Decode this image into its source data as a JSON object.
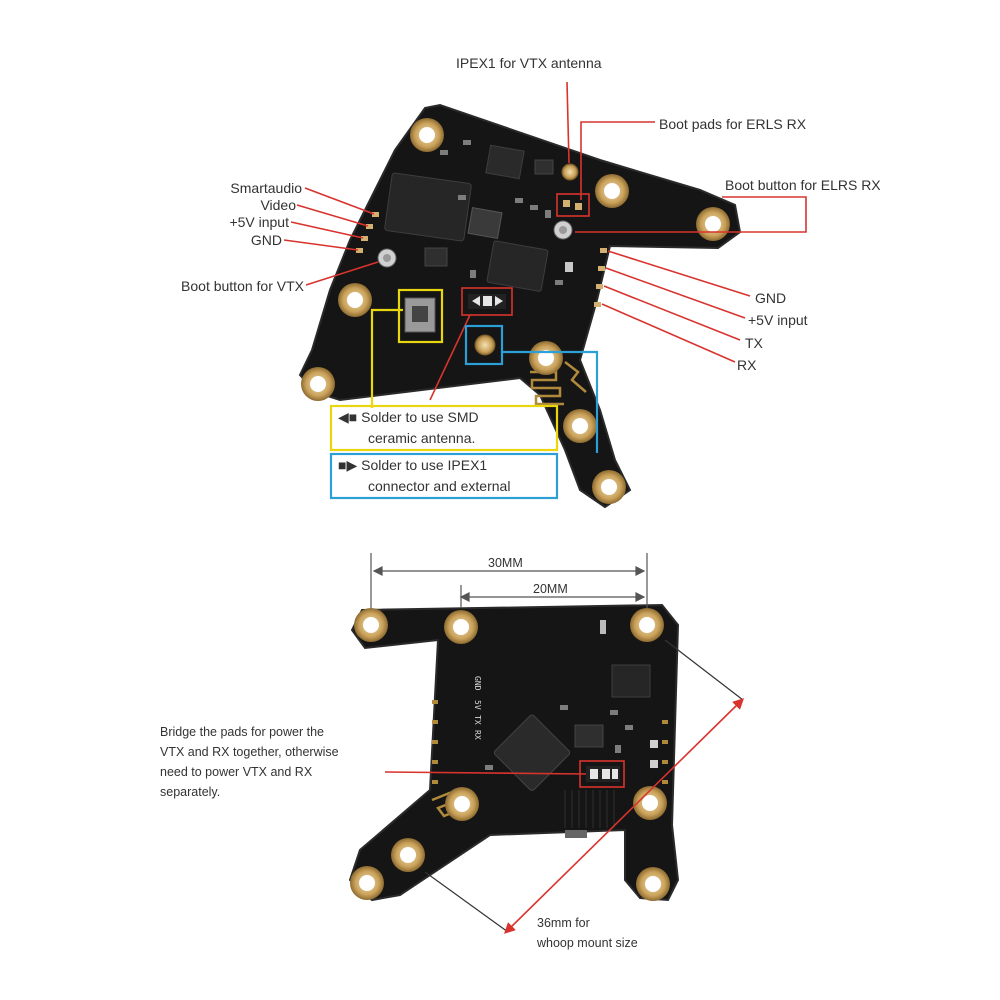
{
  "top_view": {
    "labels": {
      "ipex1_vtx_antenna": "IPEX1 for VTX antenna",
      "boot_pads_elrs": "Boot pads for ERLS RX",
      "boot_button_elrs": "Boot button for ELRS RX",
      "smartaudio": "Smartaudio",
      "video": "Video",
      "vtx_5v_input": "+5V input",
      "vtx_gnd": "GND",
      "boot_button_vtx": "Boot button for VTX",
      "rx_gnd": "GND",
      "rx_5v_input": "+5V input",
      "tx": "TX",
      "rx": "RX"
    },
    "smd_note": {
      "symbol": "◀■",
      "line1": "Solder to use SMD",
      "line2": "ceramic antenna."
    },
    "ipex_note": {
      "symbol": "■▶",
      "line1": "Solder to use IPEX1",
      "line2": "connector and external"
    }
  },
  "bottom_view": {
    "dimension_30": "30MM",
    "dimension_20": "20MM",
    "whoop_line1": "36mm for",
    "whoop_line2": "whoop mount size",
    "bridge_note": [
      "Bridge the pads for power the",
      "VTX and RX together, otherwise",
      "need to power VTX and RX",
      "separately."
    ],
    "silk": [
      "GND",
      "5V",
      "TX",
      "RX"
    ]
  },
  "colors": {
    "callout_red": "#d9332e",
    "smd_yellow": "#e8d60f",
    "ipex_blue": "#2b9fd6",
    "pcb_black": "#151515",
    "pad_gold": "#d4b070"
  }
}
